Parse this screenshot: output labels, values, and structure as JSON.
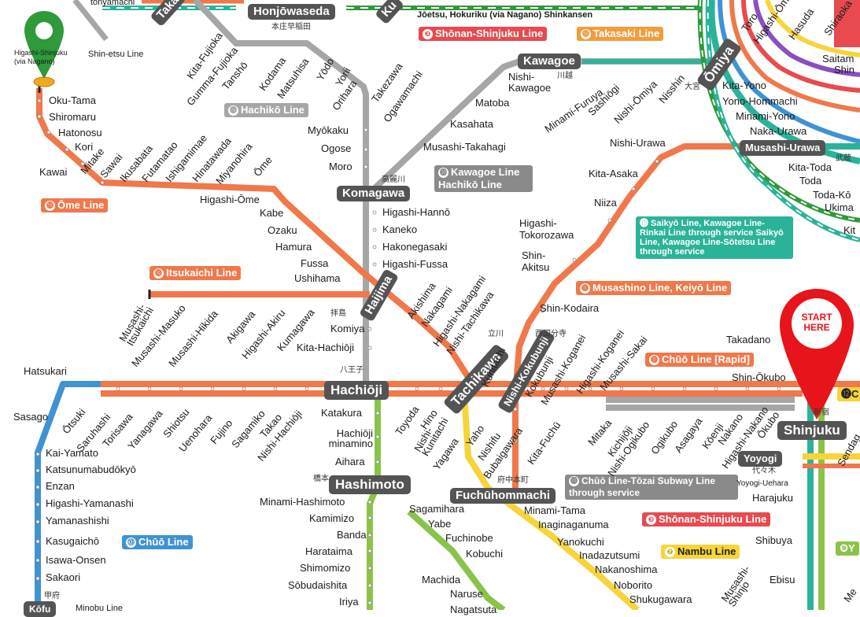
{
  "colors": {
    "chuo_rapid": "#f0784a",
    "chuo": "#3f93d3",
    "ome": "#f0784a",
    "itsukaichi": "#f0784a",
    "hachiko": "#a6a6a6",
    "kawagoe": "#a6a6a6",
    "musashino": "#f0784a",
    "nambu": "#f7d43a",
    "yokohama": "#8bc34a",
    "saikyo": "#2bb39a",
    "shonan": "#e84a4f",
    "hub": "#545454",
    "start_pin": "#e8141b",
    "goal_pin": "#2e9a3a"
  },
  "pins": {
    "start_label": "START HERE",
    "start_icon": "map-pin-red",
    "goal_icon": "map-pin-green"
  },
  "hubs": {
    "honjowaseda": "Honjōwaseda",
    "honjowaseda_jp": "本庄早稲田",
    "kawagoe": "Kawagoe",
    "komagawa": "Komagawa",
    "hachioji": "Hachiōji",
    "tachikawa": "Tachikawa",
    "haijima": "Haijima",
    "hashimoto": "Hashimoto",
    "fuchuhommachi": "Fuchūhommachi",
    "shinjuku": "Shinjuku",
    "yoyogi": "Yoyogi",
    "omiya": "Ōmiya",
    "musashi_urawa": "Musashi-Urawa",
    "nishi_kokubunji": "Nishi-Kokubunji",
    "takasaki_cut": "Taka",
    "kuma_cut": "Ku",
    "kofu": "Kōfu"
  },
  "line_labels": {
    "shonan_top": {
      "num": "❸",
      "text": "Shōnan-Shinjuku Line"
    },
    "takasaki": {
      "num": "⓲",
      "text": "Takasaki Line"
    },
    "hachiko": {
      "num": "⓯",
      "text": "Hachikō Line"
    },
    "ome": {
      "num": "⓮",
      "text": "Ōme Line"
    },
    "kawagoe_hachiko": {
      "num": "⓴",
      "text": "Kawagoe Line Hachikō Line"
    },
    "itsukaichi": {
      "num": "⓰",
      "text": "Itsukaichi Line"
    },
    "musashino": {
      "num": "⓫",
      "text": "Musashino Line, Keiyō Line"
    },
    "chuo_rapid": {
      "num": "⓫",
      "text": "Chūō Line [Rapid]"
    },
    "chuo": {
      "num": "⓾",
      "text": "Chūō Line"
    },
    "chuo_tozai": {
      "num": "⓭",
      "text": "Chūō Line-Tōzai Subway Line through service"
    },
    "shonan_bottom": {
      "num": "❸",
      "text": "Shōnan-Shinjuku Line"
    },
    "nambu": {
      "num": "❼",
      "text": "Nambu Line"
    },
    "saikyo_note": "⓳ Saikyō Line, Kawagoe Line-Rinkai Line through service Saikyō Line, Kawagoe Line-Sōtetsu Line through service",
    "shinetsu": "Shin-etsu Line",
    "joetsu": "Jōetsu, Hokuriku (via Nagano) Shinkansen",
    "minobu": "Minobu Line",
    "twelve_cut": "⓬C",
    "nine_cut": "❾Y"
  },
  "stations": {
    "top_left": [
      "tonyamachi",
      "Higashi-Shinjuku (via Nagano)",
      "Oku-Tama",
      "Shiromaru",
      "Hatonosu",
      "Kori",
      "Kawai",
      "Mitake",
      "Sawai",
      "Ikusabata",
      "Futamatao",
      "Ishigamimae",
      "Hinatawada",
      "Miyanohira",
      "Ōme",
      "Higashi-Ōme",
      "Kabe",
      "Ozaku",
      "Hamura",
      "Fussa",
      "Ushihama"
    ],
    "hachiko_upper": [
      "Kita-Fujioka",
      "Gumma-Fujioka",
      "Tanshō",
      "Kodama",
      "Matsuhisa",
      "Yōdo",
      "Yorii",
      "Orihara",
      "Takezawa",
      "Ogawamachi",
      "Myōkaku",
      "Ogose",
      "Moro"
    ],
    "kawagoe_line": [
      "Nishi-Kawagoe",
      "川越",
      "Matoba",
      "Kasahata",
      "Musashi-Takahagi",
      "高麗川"
    ],
    "hachiko_lower": [
      "Higashi-Hannō",
      "Kaneko",
      "Hakonegasaki",
      "Higashi-Fussa",
      "Komiya",
      "Kita-Hachiōji",
      "拝島",
      "八王子"
    ],
    "itsukaichi": [
      "Musashi-Itsukaichi",
      "Musashi-Masuko",
      "Musashi-Hikida",
      "Akigawa",
      "Higashi-Akiru",
      "Kumagawa"
    ],
    "ome_east": [
      "Akishima",
      "Nakagami",
      "Higashi-Nakagami",
      "Nishi-Tachikawa",
      "立川"
    ],
    "musashino": [
      "Nishi-Urawa",
      "Kita-Asaka",
      "Niiza",
      "Higashi-Tokorozawa",
      "Shin-Akitsu",
      "Shin-Kodaira",
      "西国分寺"
    ],
    "omiya_area": [
      "Toro",
      "Higashi-Ōmiya",
      "Hasuda",
      "Shiraoka",
      "Saitam",
      "Shin",
      "Kita-Yono",
      "Yono-Hommachi",
      "Minami-Yono",
      "Naka-Urawa",
      "Nisshin",
      "大宮",
      "Minami-Furuya",
      "Sashiōgi",
      "Nishi-Ōmiya",
      "武蔵",
      "Kita-Toda",
      "Toda",
      "Toda-Kō",
      "Ukima",
      "Kit"
    ],
    "chuo_rapid": [
      "Hatsukari",
      "Sasago",
      "Ōtsuki",
      "Saruhashi",
      "Torisawa",
      "Yanagawa",
      "Shiotsu",
      "Uenohara",
      "Fujino",
      "Sagamiko",
      "Takao",
      "Nishi-Hachiōji",
      "Hino",
      "Toyoda",
      "Kunitachi",
      "Kokubunji",
      "Musashi-Koganei",
      "Higashi-Koganei",
      "Musashi-Sakai",
      "Mitaka",
      "Kichijōji",
      "Nishi-Ogikubo",
      "Ogikubo",
      "Asagaya",
      "Kōenji",
      "Nakano",
      "Higashi-Nakano",
      "Ōkubo",
      "Takadano",
      "Shin-Ōkubo",
      "新宿",
      "Sendag"
    ],
    "chuo_west": [
      "Kai-Yamato",
      "Katsunumabudōkyō",
      "Enzan",
      "Higashi-Yamanashi",
      "Yamanashishi",
      "Kasugaichō",
      "Isawa-Onsen",
      "Sakaori",
      "甲府"
    ],
    "yokohama": [
      "Katakura",
      "Hachiōji minamino",
      "Aihara",
      "橋本",
      "Minami-Hashimoto",
      "Kamimizo",
      "Banda",
      "Harataima",
      "Shimomizo",
      "Sōbudaishita",
      "Iriya"
    ],
    "nambu": [
      "Nishi-Kunitachi",
      "Yagawa",
      "Yaho",
      "Nishifu",
      "Bubaigawara",
      "Kita-Fuchū",
      "府中本町",
      "Minami-Tama",
      "Inaginaganuma",
      "Yanokuchi",
      "Inadazutsumi",
      "Nakanoshima",
      "Noborito",
      "Shukugawara",
      "Musashi-Shinjo"
    ],
    "sagamihara": [
      "Sagamihara",
      "Yabe",
      "Fuchinobe",
      "Kobuchi",
      "Machida",
      "Naruse",
      "Nagatsuta"
    ],
    "yamanote": [
      "Yoyogi-Uehara",
      "代々木",
      "Harajuku",
      "Shibuya",
      "Ebisu",
      "Me"
    ]
  }
}
